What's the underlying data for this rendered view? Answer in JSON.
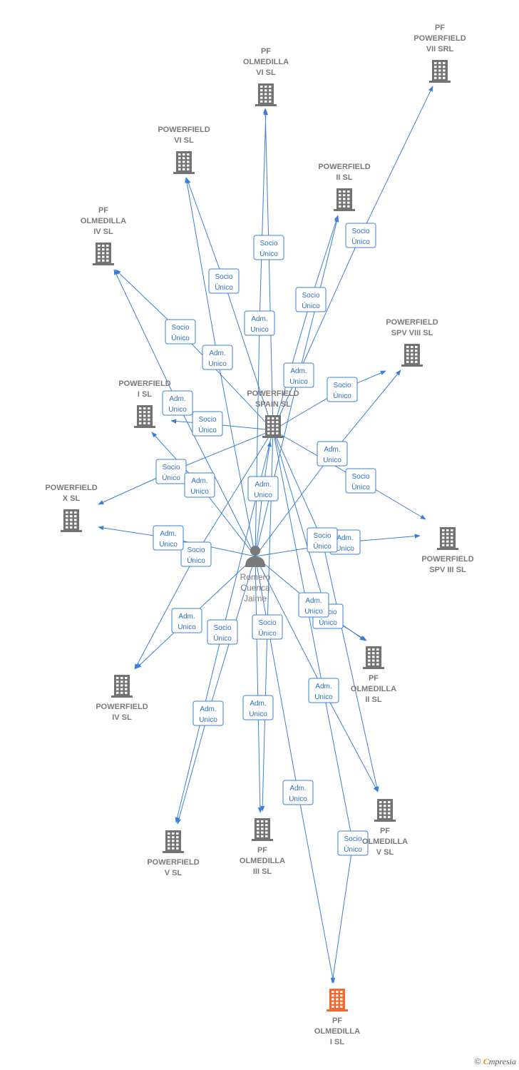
{
  "colors": {
    "company": "#737373",
    "highlight": "#f26a2e",
    "edge": "#3b80d6",
    "person": "#7a7a7a"
  },
  "person": {
    "id": "romero",
    "lines": [
      "Romero",
      "Cuenca",
      "Jaime"
    ],
    "icon": "person-icon"
  },
  "companies": [
    {
      "id": "pf_olmedilla_vi",
      "lines": [
        "PF",
        "OLMEDILLA",
        "VI  SL"
      ],
      "highlight": false
    },
    {
      "id": "pf_powerfield_vii",
      "lines": [
        "PF",
        "POWERFIELD",
        "VII SRL"
      ],
      "highlight": false
    },
    {
      "id": "powerfield_vi",
      "lines": [
        "POWERFIELD",
        "VI  SL"
      ],
      "highlight": false
    },
    {
      "id": "powerfield_ii",
      "lines": [
        "POWERFIELD",
        "II  SL"
      ],
      "highlight": false
    },
    {
      "id": "pf_olmedilla_iv",
      "lines": [
        "PF",
        "OLMEDILLA",
        "IV  SL"
      ],
      "highlight": false
    },
    {
      "id": "powerfield_spv_viii",
      "lines": [
        "POWERFIELD",
        "SPV VIII  SL"
      ],
      "highlight": false
    },
    {
      "id": "powerfield_i",
      "lines": [
        "POWERFIELD",
        "I  SL"
      ],
      "highlight": false
    },
    {
      "id": "powerfield_spain",
      "lines": [
        "POWERFIELD",
        "SPAIN  SL"
      ],
      "highlight": false
    },
    {
      "id": "powerfield_x",
      "lines": [
        "POWERFIELD",
        "X  SL"
      ],
      "highlight": false
    },
    {
      "id": "powerfield_spv_iii",
      "lines": [
        "POWERFIELD",
        "SPV III  SL"
      ],
      "highlight": false
    },
    {
      "id": "pf_olmedilla_ii",
      "lines": [
        "PF",
        "OLMEDILLA",
        "II  SL"
      ],
      "highlight": false
    },
    {
      "id": "powerfield_iv",
      "lines": [
        "POWERFIELD",
        "IV  SL"
      ],
      "highlight": false
    },
    {
      "id": "powerfield_v",
      "lines": [
        "POWERFIELD",
        "V  SL"
      ],
      "highlight": false
    },
    {
      "id": "pf_olmedilla_iii",
      "lines": [
        "PF",
        "OLMEDILLA",
        "III  SL"
      ],
      "highlight": false
    },
    {
      "id": "pf_olmedilla_v",
      "lines": [
        "PF",
        "OLMEDILLA",
        "V  SL"
      ],
      "highlight": false
    },
    {
      "id": "pf_olmedilla_i",
      "lines": [
        "PF",
        "OLMEDILLA",
        "I  SL"
      ],
      "highlight": true
    }
  ],
  "edges": [
    {
      "from": "powerfield_spain",
      "to": "pf_olmedilla_vi",
      "label": [
        "Socio",
        "Único"
      ]
    },
    {
      "from": "powerfield_spain",
      "to": "pf_powerfield_vii",
      "label": [
        "Socio",
        "Único"
      ]
    },
    {
      "from": "powerfield_spain",
      "to": "powerfield_vi",
      "label": [
        "Socio",
        "Único"
      ]
    },
    {
      "from": "powerfield_spain",
      "to": "powerfield_ii",
      "label": [
        "Socio",
        "Único"
      ]
    },
    {
      "from": "powerfield_spain",
      "to": "pf_olmedilla_iv",
      "label": [
        "Socio",
        "Único"
      ]
    },
    {
      "from": "powerfield_spain",
      "to": "powerfield_spv_viii",
      "label": [
        "Socio",
        "Único"
      ]
    },
    {
      "from": "powerfield_spain",
      "to": "powerfield_i",
      "label": [
        "Socio",
        "Único"
      ]
    },
    {
      "from": "powerfield_spain",
      "to": "powerfield_x",
      "label": [
        "Socio",
        "Único"
      ]
    },
    {
      "from": "powerfield_spain",
      "to": "powerfield_spv_iii",
      "label": [
        "Socio",
        "Único"
      ]
    },
    {
      "from": "powerfield_spain",
      "to": "pf_olmedilla_ii",
      "label": [
        "Socio",
        "Único"
      ]
    },
    {
      "from": "powerfield_spain",
      "to": "powerfield_iv",
      "label": [
        "Socio",
        "Único"
      ]
    },
    {
      "from": "powerfield_spain",
      "to": "powerfield_v",
      "label": [
        "Socio",
        "Único"
      ]
    },
    {
      "from": "powerfield_spain",
      "to": "pf_olmedilla_iii",
      "label": [
        "Socio",
        "Único"
      ]
    },
    {
      "from": "powerfield_spain",
      "to": "pf_olmedilla_i",
      "label": [
        "Socio",
        "Único"
      ]
    },
    {
      "from": "romero",
      "to": "pf_olmedilla_vi",
      "label": [
        "Adm.",
        "Unico"
      ]
    },
    {
      "from": "romero",
      "to": "powerfield_vi",
      "label": [
        "Adm.",
        "Unico"
      ]
    },
    {
      "from": "romero",
      "to": "powerfield_ii",
      "label": [
        "Adm.",
        "Unico"
      ]
    },
    {
      "from": "romero",
      "to": "pf_olmedilla_iv",
      "label": [
        "Adm.",
        "Unico"
      ]
    },
    {
      "from": "romero",
      "to": "powerfield_spv_viii",
      "label": [
        "Adm.",
        "Unico"
      ]
    },
    {
      "from": "romero",
      "to": "powerfield_i",
      "label": [
        "Adm.",
        "Unico"
      ]
    },
    {
      "from": "romero",
      "to": "powerfield_spain",
      "label": [
        "Adm.",
        "Unico"
      ]
    },
    {
      "from": "romero",
      "to": "powerfield_x",
      "label": [
        "Adm.",
        "Unico"
      ]
    },
    {
      "from": "romero",
      "to": "powerfield_spv_iii",
      "label": [
        "Adm.",
        "Unico"
      ]
    },
    {
      "from": "romero",
      "to": "pf_olmedilla_ii",
      "label": [
        "Adm.",
        "Unico"
      ]
    },
    {
      "from": "romero",
      "to": "powerfield_iv",
      "label": [
        "Adm.",
        "Unico"
      ]
    },
    {
      "from": "romero",
      "to": "powerfield_v",
      "label": [
        "Adm.",
        "Unico"
      ]
    },
    {
      "from": "romero",
      "to": "pf_olmedilla_iii",
      "label": [
        "Adm.",
        "Unico"
      ]
    },
    {
      "from": "romero",
      "to": "pf_olmedilla_v",
      "label": [
        "Adm.",
        "Unico"
      ]
    },
    {
      "from": "romero",
      "to": "pf_olmedilla_i",
      "label": [
        "Adm.",
        "Unico"
      ]
    },
    {
      "from": "powerfield_spain",
      "to": "pf_olmedilla_v",
      "label": [
        "Socio",
        "Único"
      ]
    }
  ],
  "footer": {
    "copyright": "©",
    "brand_e": "C",
    "brand_rest": "mpresia"
  }
}
